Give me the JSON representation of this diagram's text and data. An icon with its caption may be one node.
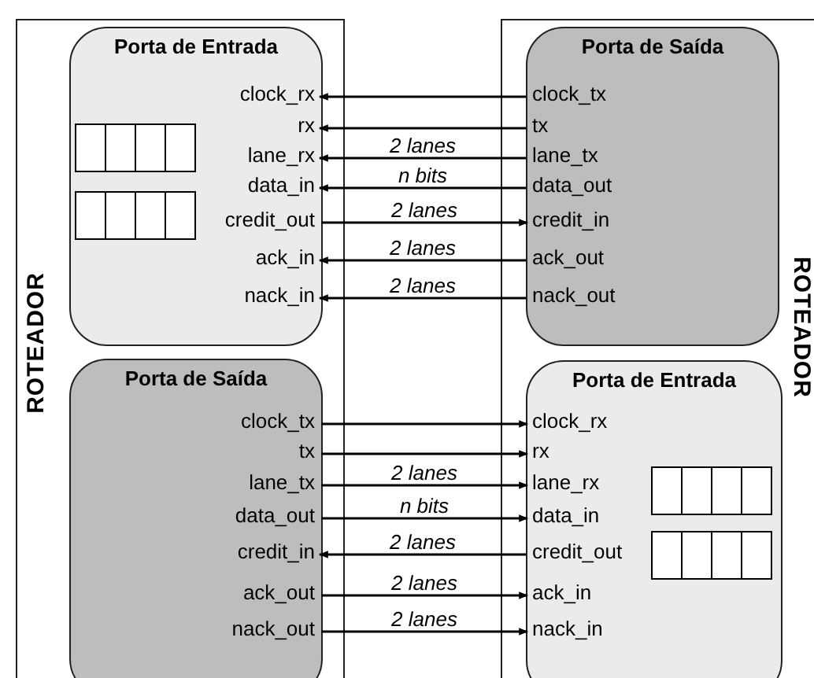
{
  "diagram": {
    "nodes": [
      {
        "text": [
          "ROTEADOR"
        ]
      },
      {
        "text": [
          "Porta de Entrada"
        ],
        "in": 0
      },
      {
        "text": [
          "clock_rx"
        ],
        "in": 1
      },
      {
        "text": [
          "rx"
        ],
        "in": 1
      },
      {
        "text": [
          "lane_rx"
        ],
        "in": 1
      },
      {
        "text": [
          "data_in"
        ],
        "in": 1
      },
      {
        "text": [
          "credit_out"
        ],
        "in": 1
      },
      {
        "text": [
          "ack_in"
        ],
        "in": 1
      },
      {
        "text": [
          "nack_in"
        ],
        "in": 1
      },
      {
        "text": [
          "Porta de Saída"
        ],
        "in": 0
      },
      {
        "text": [
          "clock_tx"
        ],
        "in": 9
      },
      {
        "text": [
          "tx"
        ],
        "in": 9
      },
      {
        "text": [
          "lane_tx"
        ],
        "in": 9
      },
      {
        "text": [
          "data_out"
        ],
        "in": 9
      },
      {
        "text": [
          "credit_in"
        ],
        "in": 9
      },
      {
        "text": [
          "ack_out"
        ],
        "in": 9
      },
      {
        "text": [
          "nack_out"
        ],
        "in": 9
      },
      {
        "text": [
          "ROTEADOR"
        ]
      },
      {
        "text": [
          "Porta de Saída"
        ],
        "in": 17
      },
      {
        "text": [
          "clock_tx"
        ],
        "in": 18
      },
      {
        "text": [
          "tx"
        ],
        "in": 18
      },
      {
        "text": [
          "lane_tx"
        ],
        "in": 18
      },
      {
        "text": [
          "data_out"
        ],
        "in": 18
      },
      {
        "text": [
          "credit_in"
        ],
        "in": 18
      },
      {
        "text": [
          "ack_out"
        ],
        "in": 18
      },
      {
        "text": [
          "nack_out"
        ],
        "in": 18
      },
      {
        "text": [
          "Porta de Entrada"
        ],
        "in": 17
      },
      {
        "text": [
          "clock_rx"
        ],
        "in": 26
      },
      {
        "text": [
          "rx"
        ],
        "in": 26
      },
      {
        "text": [
          "lane_rx"
        ],
        "in": 26
      },
      {
        "text": [
          "data_in"
        ],
        "in": 26
      },
      {
        "text": [
          "credit_out"
        ],
        "in": 26
      },
      {
        "text": [
          "ack_in"
        ],
        "in": 26
      },
      {
        "text": [
          "nack_in"
        ],
        "in": 26
      }
    ],
    "edges": [
      {
        "from": 19,
        "to": 2,
        "arrow": "to"
      },
      {
        "from": 20,
        "to": 3,
        "arrow": "to"
      },
      {
        "from": 21,
        "to": 4,
        "arrow": "to",
        "label": "2 lanes"
      },
      {
        "from": 22,
        "to": 5,
        "arrow": "to",
        "label": "n bits"
      },
      {
        "from": 6,
        "to": 23,
        "arrow": "to",
        "label": "2 lanes"
      },
      {
        "from": 24,
        "to": 7,
        "arrow": "to",
        "label": "2 lanes"
      },
      {
        "from": 25,
        "to": 8,
        "arrow": "to",
        "label": "2 lanes"
      },
      {
        "from": 10,
        "to": 27,
        "arrow": "to"
      },
      {
        "from": 11,
        "to": 28,
        "arrow": "to"
      },
      {
        "from": 12,
        "to": 29,
        "arrow": "to",
        "label": "2 lanes"
      },
      {
        "from": 13,
        "to": 30,
        "arrow": "to",
        "label": "n bits"
      },
      {
        "from": 31,
        "to": 14,
        "arrow": "to",
        "label": "2 lanes"
      },
      {
        "from": 15,
        "to": 32,
        "arrow": "to",
        "label": "2 lanes"
      },
      {
        "from": 16,
        "to": 33,
        "arrow": "to",
        "label": "2 lanes"
      }
    ]
  }
}
